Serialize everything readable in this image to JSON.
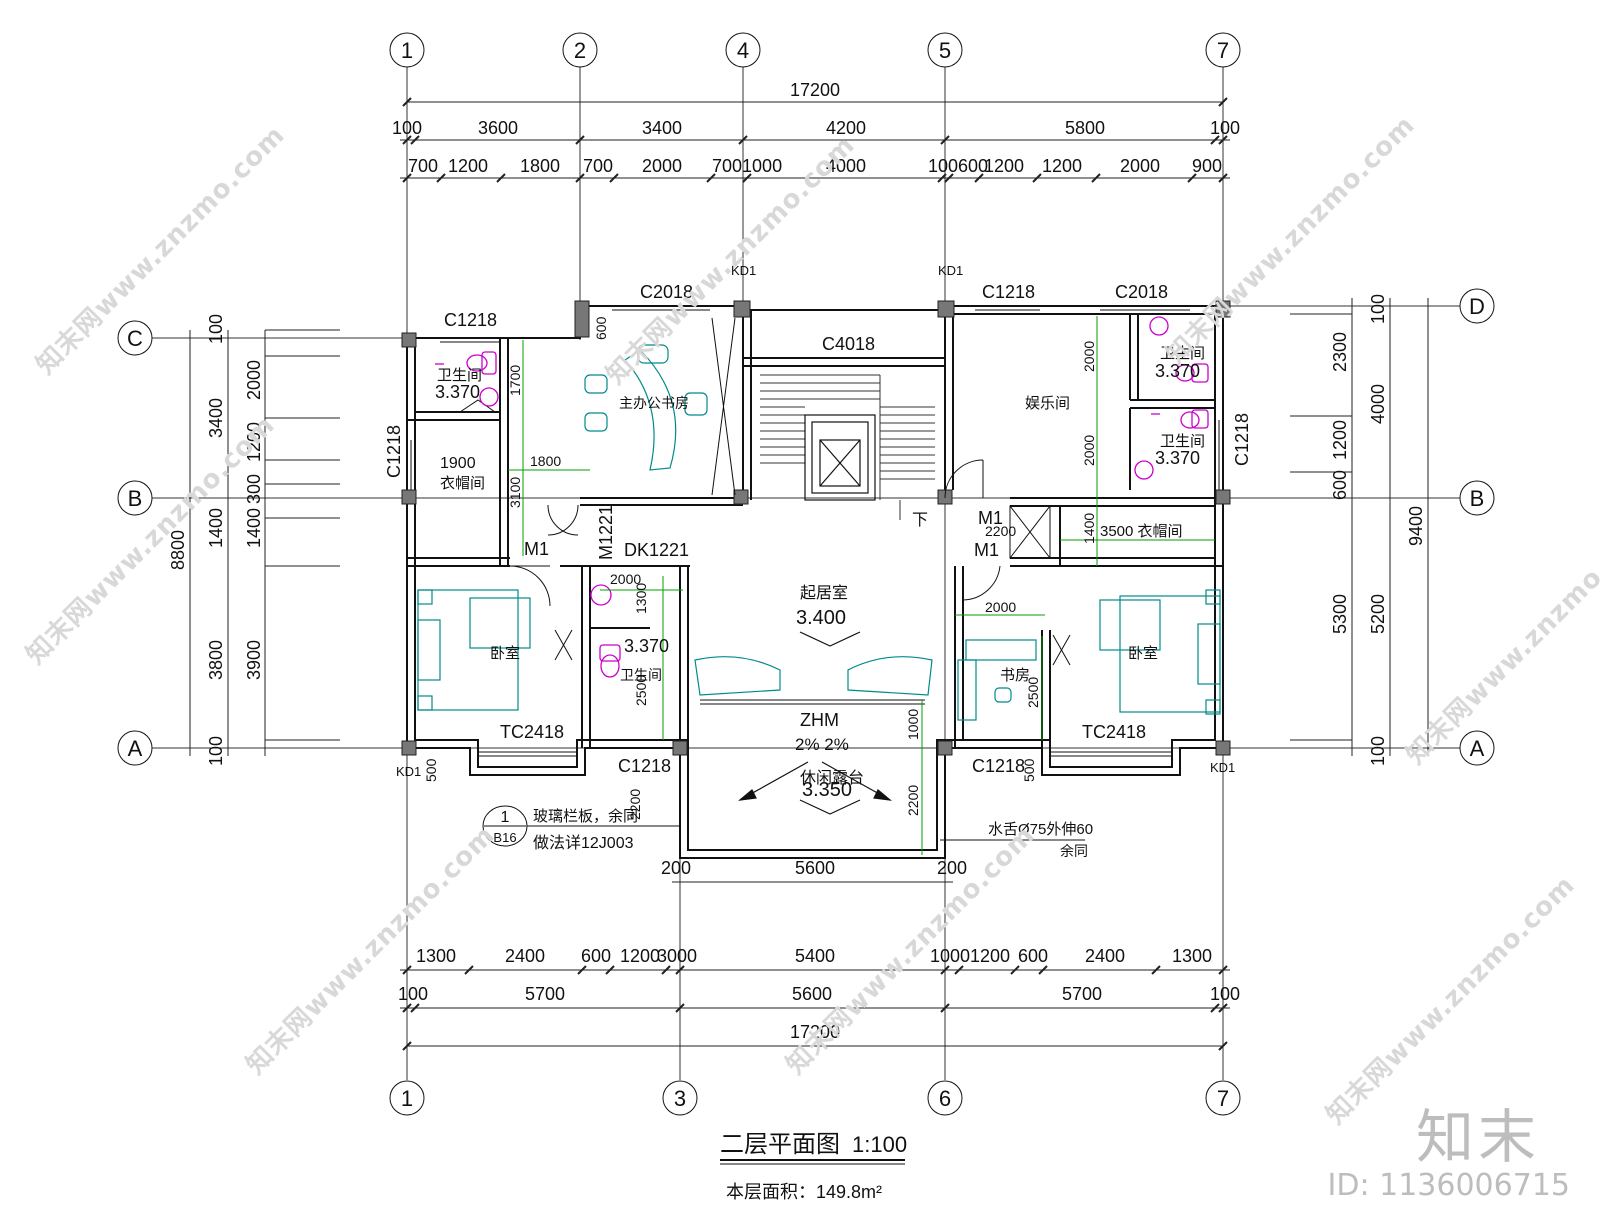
{
  "drawing": {
    "title": "二层平面图",
    "scale": "1:100",
    "area_label": "本层面积：149.8m²"
  },
  "axes": {
    "top": [
      "1",
      "2",
      "4",
      "5",
      "7"
    ],
    "bottom": [
      "1",
      "3",
      "6",
      "7"
    ],
    "left": [
      "C",
      "B",
      "A"
    ],
    "right": [
      "D",
      "B",
      "A"
    ]
  },
  "dims_top": {
    "total": "17200",
    "row2": [
      "100",
      "3600",
      "3400",
      "4200",
      "5800",
      "100"
    ],
    "row3": [
      "700",
      "1200",
      "1800",
      "700",
      "2000",
      "7001000",
      "4000",
      "100600",
      "1200",
      "1200",
      "2000",
      "900"
    ]
  },
  "dims_bottom": {
    "row1": [
      "1300",
      "2400",
      "600",
      "1200",
      "3000",
      "5400",
      "1000",
      "1200",
      "600",
      "2400",
      "1300"
    ],
    "row2": [
      "100",
      "5700",
      "5600",
      "5700",
      "100"
    ],
    "total": "17200",
    "balcony": [
      "200",
      "5600",
      "200"
    ]
  },
  "dims_left": {
    "inner": [
      "100",
      "2000",
      "1200",
      "300",
      "1400",
      "3900",
      "100"
    ],
    "mid": [
      "3400",
      "1400",
      "3800"
    ],
    "total": "8800"
  },
  "dims_right": {
    "inner": [
      "100",
      "2300",
      "1200",
      "600",
      "5300",
      "100"
    ],
    "mid": [
      "4000",
      "5200"
    ],
    "total": "9400"
  },
  "rooms": {
    "study_main": "主办公书房",
    "bath_tl": "卫生间",
    "bath_tl_elev": "3.370",
    "closet_l_dim": "1900",
    "closet_l": "衣帽间",
    "bedroom_l": "卧室",
    "bath_mid": "卫生间",
    "bath_mid_elev": "3.370",
    "living": "起居室",
    "living_elev": "3.400",
    "rec": "娱乐间",
    "bath_tr": "卫生间",
    "bath_tr_elev": "3.370",
    "bath_r2": "卫生间",
    "bath_r2_elev": "3.370",
    "closet_r": "3500 衣帽间",
    "study_r": "书房",
    "bedroom_r": "卧室",
    "balcony": "休闲露台",
    "balcony_elev": "3.350",
    "slope": "2% 2%",
    "stair_down": "下"
  },
  "labels": {
    "c1218_tl": "C1218",
    "c2018_l": "C2018",
    "kd1_a": "KD1",
    "kd1_b": "KD1",
    "c1218_tr": "C1218",
    "c2018_r": "C2018",
    "c4018": "C4018",
    "c1218_lv": "C1218",
    "c1218_rv": "C1218",
    "m1_a": "M1",
    "m1221": "M1221",
    "dk1221": "DK1221",
    "m1_b": "M1",
    "m1_c": "M1",
    "tc2418_l": "TC2418",
    "tc2418_r": "TC2418",
    "zhm": "ZHM",
    "c1218_bl": "C1218",
    "c1218_br": "C1218",
    "kd1_bl": "KD1",
    "kd1_br": "KD1",
    "d600": "600",
    "d1700": "1700",
    "d1800": "1800",
    "d3100": "3100",
    "d2000a": "2000",
    "d2000b": "2000",
    "d2200": "2200",
    "d1400": "1400",
    "d2000c": "2000",
    "d1300": "1300",
    "d2500a": "2500",
    "d2000d": "2000",
    "d2500b": "2500",
    "d1000": "1000",
    "d2200b": "2200",
    "d2200c": "2200",
    "d500a": "500",
    "d500b": "500"
  },
  "notes": {
    "detail_num": "1",
    "detail_sheet": "B16",
    "note1": "玻璃栏板，余同",
    "note2": "做法详12J003",
    "note3": "水舌Ø75外伸60",
    "note4": "余同"
  },
  "watermark": {
    "text": "知末网www.znzmo.com",
    "logo": "知末",
    "id": "ID: 1136006715"
  },
  "colors": {
    "line": "#111111",
    "dim": "#222222",
    "fixture": "#cc00cc",
    "furniture": "#008b8b",
    "green": "#00a000",
    "column": "#777777"
  }
}
